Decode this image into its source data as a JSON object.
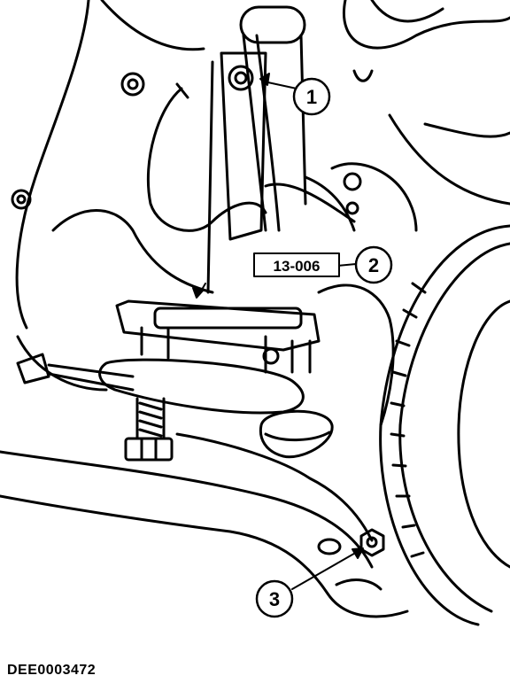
{
  "callouts": [
    {
      "number": "1"
    },
    {
      "number": "2"
    },
    {
      "number": "3"
    }
  ],
  "tool_label": "13-006",
  "figure_id": "DEE0003472",
  "colors": {
    "ink": "#000000",
    "paper": "#ffffff"
  }
}
